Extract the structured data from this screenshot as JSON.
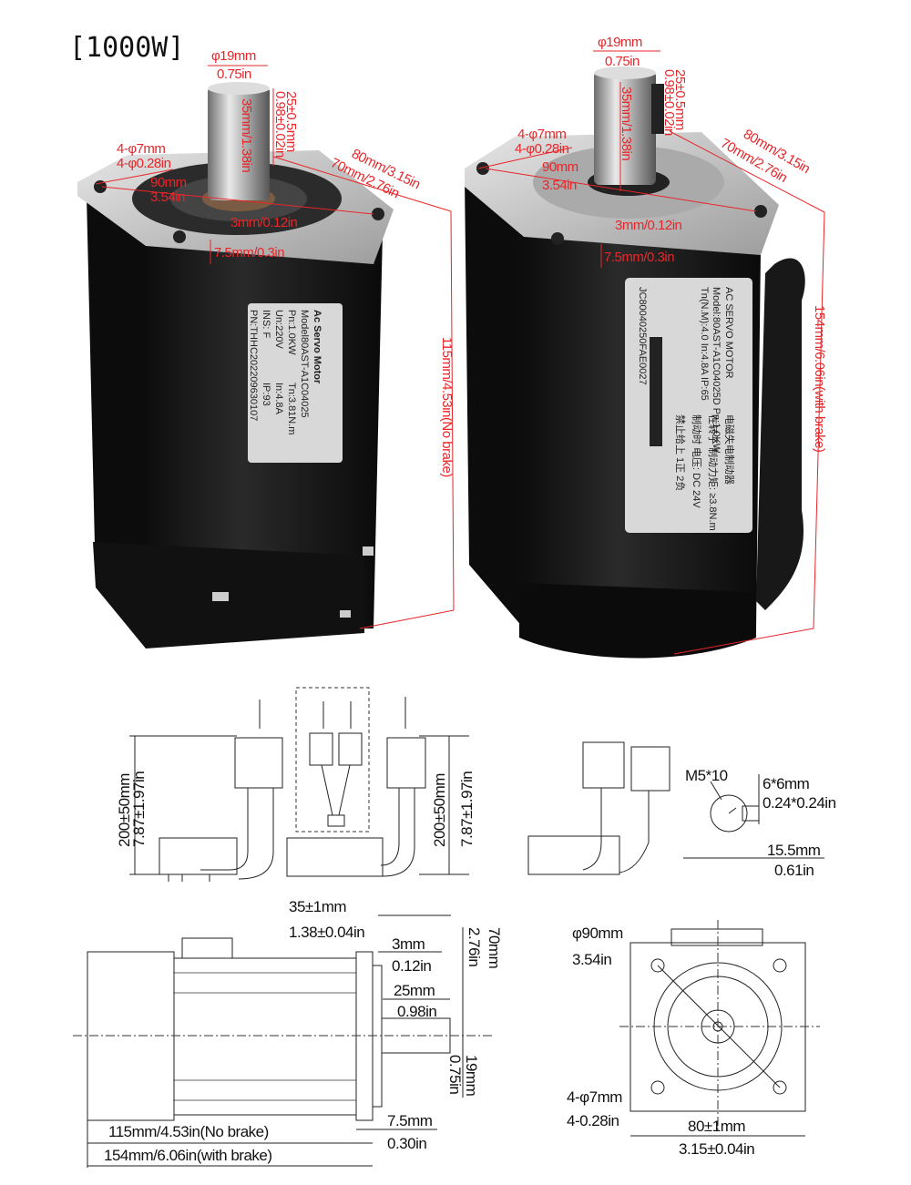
{
  "title": "[1000W]",
  "photo_no_brake": {
    "shaft_diameter": [
      "φ19mm",
      "0.75in"
    ],
    "key_length": [
      "25±0.5mm",
      "0.98±0.02in"
    ],
    "shaft_length": "35mm/1.38in",
    "mount_holes": [
      "4-φ7mm",
      "4-φ0.28in"
    ],
    "pcd": [
      "90mm",
      "3.54in"
    ],
    "flange_outer": "80mm/3.15in",
    "flange_inner": "70mm/2.76in",
    "boss_height": "3mm/0.12in",
    "flange_thickness": "7.5mm/0.3in",
    "length": "115mm/4.53in(No brake)",
    "label": {
      "heading": "Ac Servo Motor",
      "lines": [
        "Model80AST-A1C04025",
        "Pn:1.0KW",
        "Tn:3.81N.m",
        "Un:220V",
        "In:4.8A",
        "INS: F",
        "IP:93",
        "PN:THHC202209630107"
      ]
    }
  },
  "photo_with_brake": {
    "shaft_diameter": [
      "φ19mm",
      "0.75in"
    ],
    "key_length": [
      "25±0.5mm",
      "0.98±0.02in"
    ],
    "shaft_length": "35mm/1.38in",
    "mount_holes": [
      "4-φ7mm",
      "4-φ0.28in"
    ],
    "pcd": [
      "90mm",
      "3.54in"
    ],
    "flange_outer": "80mm/3.15in",
    "flange_inner": "70mm/2.76in",
    "boss_height": "3mm/0.12in",
    "flange_thickness": "7.5mm/0.3in",
    "length": "154mm/6.06in(with brake)",
    "label": {
      "heading": "AC SERVO MOTOR",
      "lines": [
        "Model:80AST-A1C04025D Pn:1.0KW",
        "Tn(N.M):4.0 In:4.8A IP:65",
        "JC80040250FAE0027"
      ],
      "brake_lines": [
        "电磁失电制动器",
        "在转子 制动力矩: ≥3.8N.m",
        "制动时 电压: DC 24V",
        "禁止给上 1正 2负"
      ]
    }
  },
  "cables": {
    "length_mm": "200±50mm",
    "length_in": "7.87±1.97in"
  },
  "brake_cable": {
    "thread": "M5*10",
    "key_mm": "6*6mm",
    "key_in": "0.24*0.24in",
    "key_offset_mm": "15.5mm",
    "key_offset_in": "0.61in"
  },
  "side_view": {
    "shaft_mm": "35±1mm",
    "shaft_in": "1.38±0.04in",
    "boss_mm": "3mm",
    "boss_in": "0.12in",
    "key_mm": "25mm",
    "key_in": "0.98in",
    "spigot_mm": "70mm",
    "spigot_in": "2.76in",
    "shaft_dia_mm": "19mm",
    "shaft_dia_in": "0.75in",
    "flange_mm": "7.5mm",
    "flange_in": "0.30in",
    "len_no_brake": "115mm/4.53in(No brake)",
    "len_with_brake": "154mm/6.06in(with brake)"
  },
  "front_view": {
    "pcd_mm": "φ90mm",
    "pcd_in": "3.54in",
    "holes_mm": "4-φ7mm",
    "holes_in": "4-0.28in",
    "width_mm": "80±1mm",
    "width_in": "3.15±0.04in"
  },
  "colors": {
    "dimension_red": "#e8262a",
    "motor_body": "#151515",
    "flange": "#c8c8c8"
  }
}
